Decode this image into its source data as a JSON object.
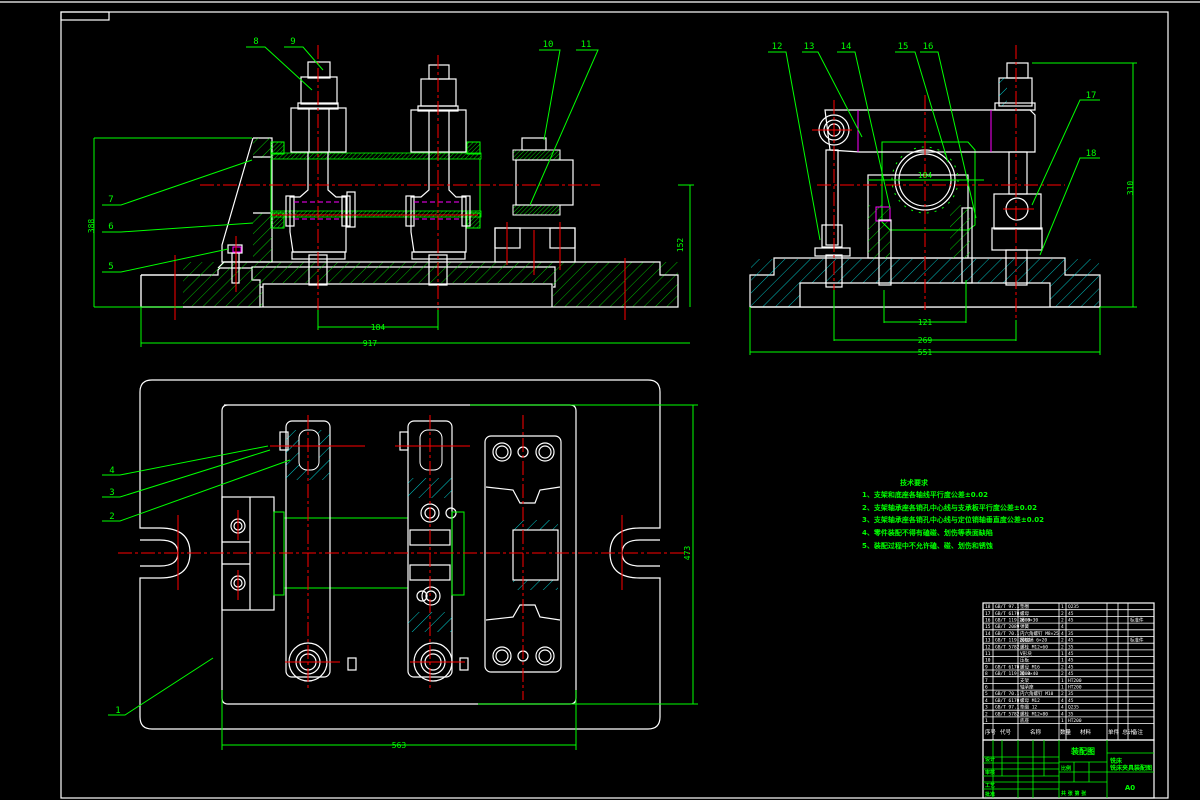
{
  "drawing": {
    "title": "夹具装配图",
    "colors": {
      "background": "#000000",
      "outline": "#ffffff",
      "dimension": "#00ff00",
      "centerline": "#ff0000",
      "hatch_section": "#00ffff",
      "hidden": "#ff00ff"
    }
  },
  "views": {
    "front": {
      "balloons": [
        "8",
        "9",
        "10",
        "11",
        "7",
        "6",
        "5"
      ],
      "dims": {
        "height": "388",
        "rod_spacing": "184",
        "overall_width": "917",
        "center_height": "152"
      }
    },
    "side": {
      "balloons": [
        "12",
        "13",
        "14",
        "15",
        "16",
        "17",
        "18"
      ],
      "dims": {
        "bore": "184",
        "inner_width": "121",
        "bolt_span": "269",
        "overall_width": "551",
        "height": "310"
      }
    },
    "top": {
      "balloons": [
        "4",
        "3",
        "2",
        "1"
      ],
      "dims": {
        "plate_width": "563",
        "plate_height": "473"
      }
    }
  },
  "notes": {
    "heading": "技术要求",
    "items": [
      "1、支架和底座各轴线平行度公差±0.02",
      "2、支架轴承座各销孔中心线与支承板平行度公差±0.02",
      "3、支架轴承座各销孔中心线与定位销轴垂直度公差±0.02",
      "4、零件装配不得有磕碰、划伤等表面缺陷",
      "5、装配过程中不允许磕、碰、划伤和锈蚀"
    ]
  },
  "bom": {
    "rows": [
      {
        "no": "18",
        "code": "GB/T 97.1",
        "name": "垫圈",
        "qty": "1",
        "mat": "Q235",
        "note": ""
      },
      {
        "no": "17",
        "code": "GB/T 6170",
        "name": "螺母",
        "qty": "2",
        "mat": "45",
        "note": ""
      },
      {
        "no": "16",
        "code": "GB/T 119-2000",
        "name": "销 8×30",
        "qty": "2",
        "mat": "45",
        "note": "标准件"
      },
      {
        "no": "15",
        "code": "GB/T 2089",
        "name": "弹簧",
        "qty": "4",
        "mat": "",
        "note": ""
      },
      {
        "no": "14",
        "code": "GB/T 70.1",
        "name": "内六角螺钉 M8×25",
        "qty": "4",
        "mat": "35",
        "note": ""
      },
      {
        "no": "13",
        "code": "GB/T 119-2000",
        "name": "圆柱销 6×20",
        "qty": "2",
        "mat": "45",
        "note": "标准件"
      },
      {
        "no": "12",
        "code": "GB/T 5782",
        "name": "螺栓 M12×60",
        "qty": "2",
        "mat": "35",
        "note": ""
      },
      {
        "no": "11",
        "code": "",
        "name": "V形块",
        "qty": "1",
        "mat": "45",
        "note": ""
      },
      {
        "no": "10",
        "code": "",
        "name": "压板",
        "qty": "1",
        "mat": "45",
        "note": ""
      },
      {
        "no": "9",
        "code": "GB/T 6170",
        "name": "螺母 M16",
        "qty": "2",
        "mat": "45",
        "note": ""
      },
      {
        "no": "8",
        "code": "GB/T 119-2000",
        "name": "销 8×40",
        "qty": "2",
        "mat": "45",
        "note": ""
      },
      {
        "no": "7",
        "code": "",
        "name": "支架",
        "qty": "1",
        "mat": "HT200",
        "note": ""
      },
      {
        "no": "6",
        "code": "",
        "name": "轴承座",
        "qty": "1",
        "mat": "HT200",
        "note": ""
      },
      {
        "no": "5",
        "code": "GB/T 70.1",
        "name": "内六角螺钉 M10",
        "qty": "2",
        "mat": "35",
        "note": ""
      },
      {
        "no": "4",
        "code": "GB/T 6170",
        "name": "螺母 M12",
        "qty": "4",
        "mat": "45",
        "note": ""
      },
      {
        "no": "3",
        "code": "GB/T 97.1",
        "name": "垫圈 12",
        "qty": "4",
        "mat": "Q235",
        "note": ""
      },
      {
        "no": "2",
        "code": "GB/T 5782",
        "name": "螺栓 M12×80",
        "qty": "4",
        "mat": "35",
        "note": ""
      },
      {
        "no": "1",
        "code": "",
        "name": "底座",
        "qty": "1",
        "mat": "HT200",
        "note": ""
      }
    ],
    "header": {
      "no": "序号",
      "code": "代号",
      "name": "名称",
      "qty": "数量",
      "mat": "材料",
      "weight": "单件 总计",
      "note": "备注"
    }
  },
  "title_block": {
    "drawing_name": "装配图",
    "school": "铣床",
    "part_name": "铣床夹具装配图",
    "sheet": "A0",
    "labels": {
      "design": "设计",
      "check": "审核",
      "process": "工艺",
      "approve": "批准",
      "scale": "比例",
      "weight": "重量",
      "stage": "阶段标记",
      "sheet_info": "共 张 第 张"
    }
  }
}
